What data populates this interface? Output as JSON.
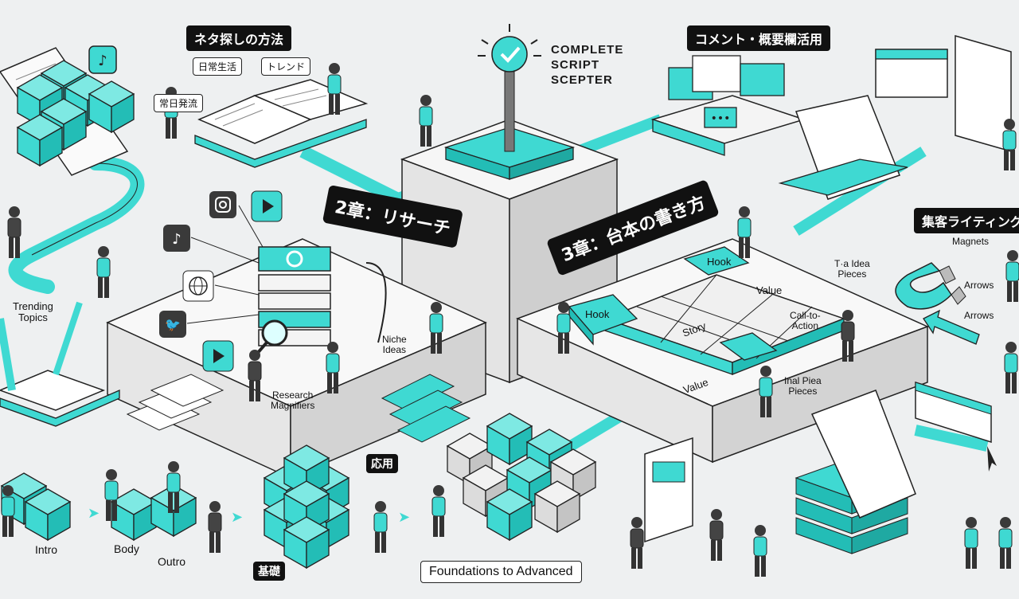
{
  "header_tags": {
    "research_methods": "ネタ探しの方法",
    "comments_desc": "コメント・概要欄活用",
    "chapter2": "2章：リサーチ",
    "chapter3": "3章：台本の書き方",
    "attract_writing": "集客ライティング",
    "applied": "応用",
    "basics": "基礎"
  },
  "book_notes": {
    "daily_life": "日常生活",
    "trend": "トレンド",
    "daily_discover": "常日発流"
  },
  "sceptre_title": [
    "COMPLETE",
    "SCRIPT",
    "SCEPTER"
  ],
  "labels": {
    "trending_topics": [
      "Trending",
      "Topics"
    ],
    "niche_ideas": [
      "Niche",
      "Ideas"
    ],
    "research_magnifiers": [
      "Research",
      "Magnifiers"
    ],
    "hook_top": "Hook",
    "hook_left": "Hook",
    "value_top": "Value",
    "story": "Story",
    "value_bottom": "Value",
    "call_to_action": [
      "Call-to-",
      "Action"
    ],
    "inal_piea": [
      "Inal Piea",
      "Pieces"
    ],
    "idea_pieces": [
      "T·a Idea",
      "Pieces"
    ],
    "magnets": "Magnets",
    "arrows_1": "Arrows",
    "arrows_2": "Arrows",
    "intro": "Intro",
    "body": "Body",
    "outro": "Outro",
    "foundations": "Foundations to Advanced"
  },
  "icons": [
    "tiktok-icon",
    "instagram-icon",
    "youtube-icon",
    "globe-icon",
    "twitter-icon",
    "gear-icon",
    "magnifier-icon",
    "magnet-icon",
    "arrow-icon",
    "chat-icon",
    "checkmark-icon"
  ],
  "colors": {
    "accent": "#3fd9d2",
    "accent_dark": "#1fb3ac",
    "outline": "#222222",
    "background": "#eef0f1"
  }
}
